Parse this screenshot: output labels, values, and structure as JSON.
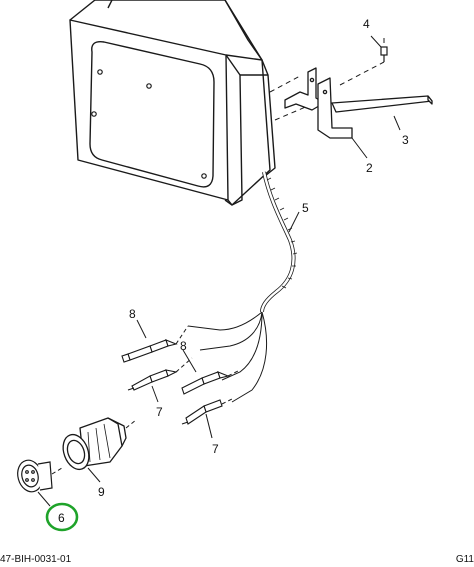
{
  "callouts": {
    "c2": "2",
    "c3": "3",
    "c4": "4",
    "c5": "5",
    "c6": "6",
    "c7a": "7",
    "c7b": "7",
    "c8a": "8",
    "c8b": "8",
    "c9": "9"
  },
  "footer": {
    "left": "47-BIH-0031-01",
    "right": "G11"
  },
  "colors": {
    "line": "#1a1a1a",
    "highlight": "#1fa32a"
  }
}
